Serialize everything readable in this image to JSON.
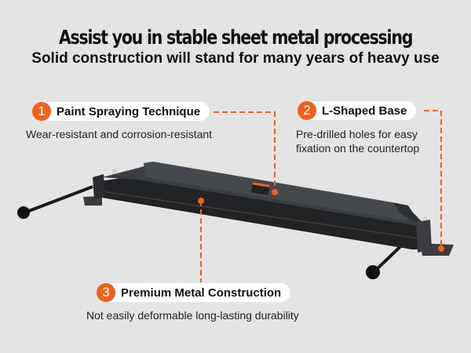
{
  "header": {
    "title": "Assist you in stable sheet metal processing",
    "subtitle": "Solid construction will stand for many years of heavy use"
  },
  "features": [
    {
      "number": "1",
      "label": "Paint Spraying Technique",
      "description": "Wear-resistant and corrosion-resistant"
    },
    {
      "number": "2",
      "label": "L-Shaped Base",
      "description_lines": [
        "Pre-drilled holes for easy",
        "fixation on the countertop"
      ]
    },
    {
      "number": "3",
      "label": "Premium Metal Construction",
      "description": "Not easily deformable long-lasting durability"
    }
  ],
  "colors": {
    "background": "#e4e4e4",
    "accent": "#f2601e",
    "machine": "#2e3033"
  },
  "product": {
    "icon": "sheet-metal-brake-image"
  }
}
